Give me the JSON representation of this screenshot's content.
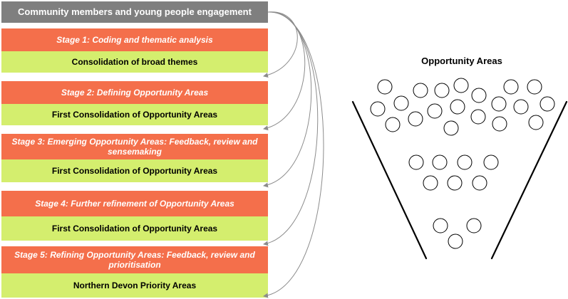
{
  "header": {
    "label": "Community members and young people engagement"
  },
  "stages": [
    {
      "label": "Stage 1: Coding and thematic analysis",
      "result": "Consolidation of broad themes"
    },
    {
      "label": "Stage 2: Defining Opportunity Areas",
      "result": "First Consolidation of Opportunity Areas"
    },
    {
      "label": "Stage 3: Emerging Opportunity Areas: Feedback, review and sensemaking",
      "result": "First Consolidation of Opportunity Areas"
    },
    {
      "label": "Stage 4: Further refinement of Opportunity Areas",
      "result": "First Consolidation of Opportunity Areas"
    },
    {
      "label": "Stage 5: Refining Opportunity Areas: Feedback, review and prioritisation",
      "result": "Northern Devon Priority Areas"
    }
  ],
  "funnel": {
    "title": "Opportunity Areas"
  },
  "colors": {
    "header": "#7f7f7f",
    "stage": "#f46f4b",
    "consolidation": "#d4ee6e",
    "connector": "#8c8c8c"
  }
}
